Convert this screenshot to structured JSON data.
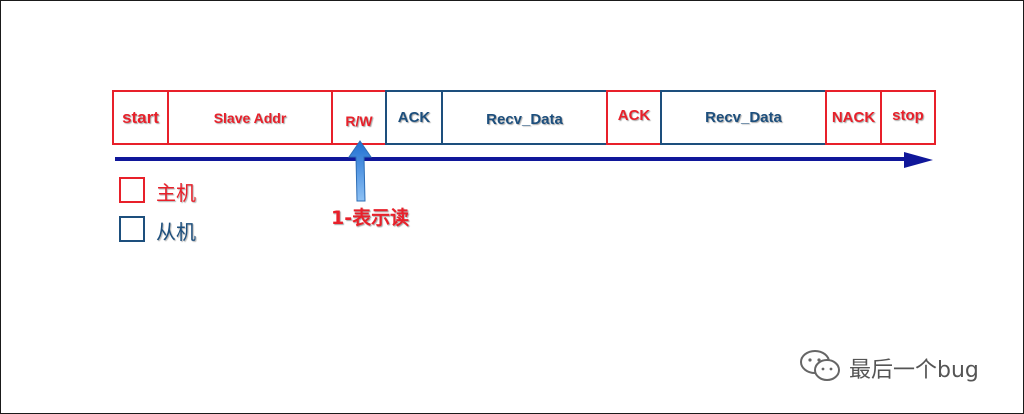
{
  "frames": [
    {
      "label": "start",
      "role": "master"
    },
    {
      "label": "Slave Addr",
      "role": "master"
    },
    {
      "label": "R/W",
      "role": "master"
    },
    {
      "label": "ACK",
      "role": "slave"
    },
    {
      "label": "Recv_Data",
      "role": "slave"
    },
    {
      "label": "ACK",
      "role": "master"
    },
    {
      "label": "Recv_Data",
      "role": "slave"
    },
    {
      "label": "NACK",
      "role": "master"
    },
    {
      "label": "stop",
      "role": "master"
    }
  ],
  "legend": {
    "master": {
      "label": "主机",
      "color": "#e8202a"
    },
    "slave": {
      "label": "从机",
      "color": "#1d4f7d"
    }
  },
  "annotation": "1-表示读",
  "watermark": "最后一个bug",
  "colors": {
    "arrow": "#10179a",
    "callout": "#3a8ee6"
  }
}
